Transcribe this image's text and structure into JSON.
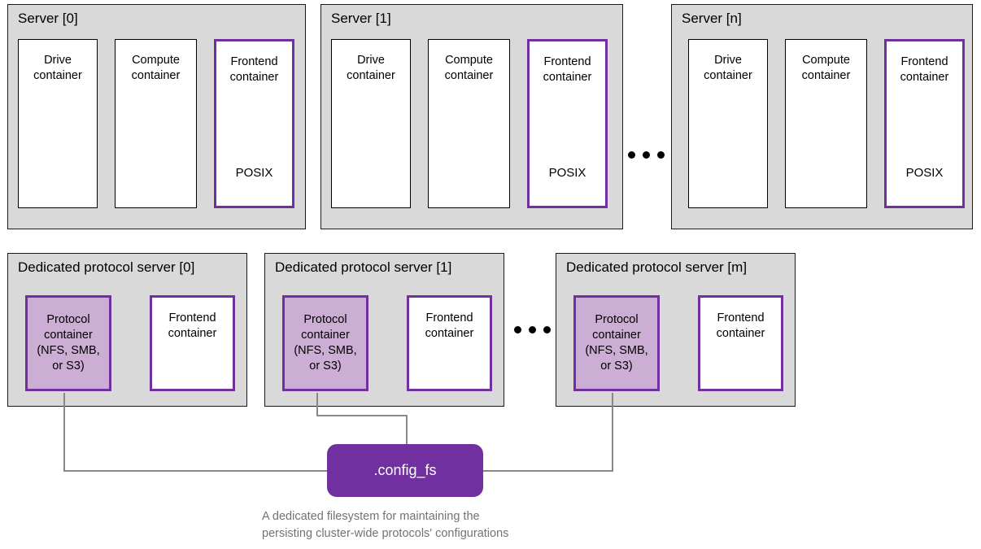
{
  "diagram": {
    "colors": {
      "panel_fill": "#d9d9d9",
      "panel_border": "#1a1a1a",
      "accent_purple": "#7030a0",
      "protocol_fill": "#ccadd4",
      "connector": "#888888",
      "caption_text": "#767171"
    },
    "top_row": {
      "ellipsis": "•••",
      "servers": [
        {
          "title": "Server [0]",
          "containers": [
            {
              "label_line1": "Drive",
              "label_line2": "container",
              "style": "plain",
              "footer": ""
            },
            {
              "label_line1": "Compute",
              "label_line2": "container",
              "style": "plain",
              "footer": ""
            },
            {
              "label_line1": "Frontend",
              "label_line2": "container",
              "style": "purple-outline",
              "footer": "POSIX"
            }
          ]
        },
        {
          "title": "Server [1]",
          "containers": [
            {
              "label_line1": "Drive",
              "label_line2": "container",
              "style": "plain",
              "footer": ""
            },
            {
              "label_line1": "Compute",
              "label_line2": "container",
              "style": "plain",
              "footer": ""
            },
            {
              "label_line1": "Frontend",
              "label_line2": "container",
              "style": "purple-outline",
              "footer": "POSIX"
            }
          ]
        },
        {
          "title": "Server [n]",
          "containers": [
            {
              "label_line1": "Drive",
              "label_line2": "container",
              "style": "plain",
              "footer": ""
            },
            {
              "label_line1": "Compute",
              "label_line2": "container",
              "style": "plain",
              "footer": ""
            },
            {
              "label_line1": "Frontend",
              "label_line2": "container",
              "style": "purple-outline",
              "footer": "POSIX"
            }
          ]
        }
      ]
    },
    "bottom_row": {
      "ellipsis": "•••",
      "servers": [
        {
          "title": "Dedicated protocol server [0]",
          "protocol": {
            "line1": "Protocol",
            "line2": "container",
            "line3": "(NFS, SMB,",
            "line4": "or S3)"
          },
          "frontend": {
            "line1": "Frontend",
            "line2": "container"
          }
        },
        {
          "title": "Dedicated protocol server [1]",
          "protocol": {
            "line1": "Protocol",
            "line2": "container",
            "line3": "(NFS, SMB,",
            "line4": "or S3)"
          },
          "frontend": {
            "line1": "Frontend",
            "line2": "container"
          }
        },
        {
          "title": "Dedicated protocol server [m]",
          "protocol": {
            "line1": "Protocol",
            "line2": "container",
            "line3": "(NFS, SMB,",
            "line4": "or S3)"
          },
          "frontend": {
            "line1": "Frontend",
            "line2": "container"
          }
        }
      ]
    },
    "config_fs": {
      "label": ".config_fs",
      "caption_line1": "A dedicated filesystem for maintaining the",
      "caption_line2": "persisting cluster-wide protocols' configurations"
    }
  }
}
